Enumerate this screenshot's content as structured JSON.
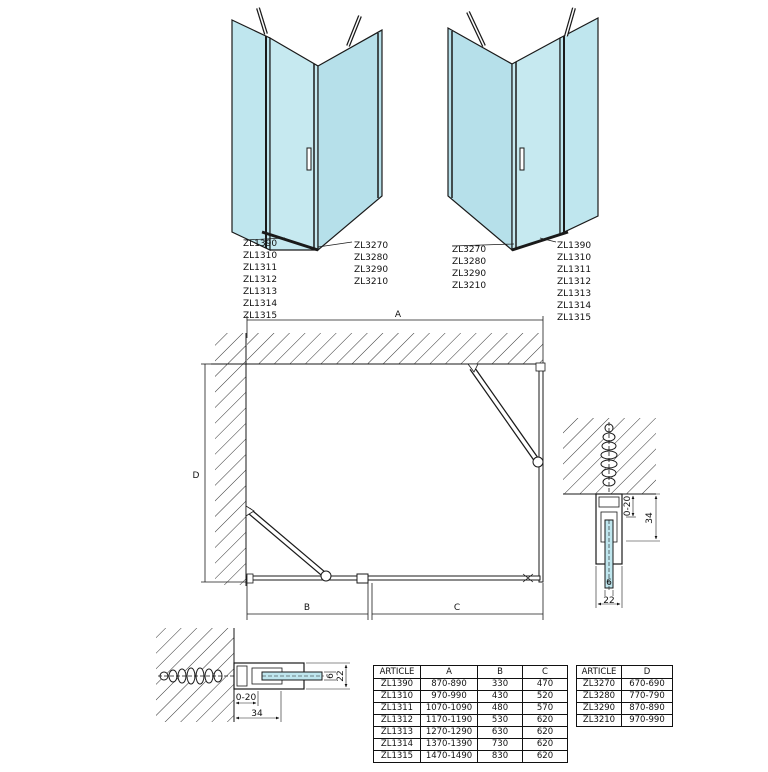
{
  "views": {
    "left_door_labels": [
      "ZL1390",
      "ZL1310",
      "ZL1311",
      "ZL1312",
      "ZL1313",
      "ZL1314",
      "ZL1315"
    ],
    "left_side_labels": [
      "ZL3270",
      "ZL3280",
      "ZL3290",
      "ZL3210"
    ],
    "right_side_labels": [
      "ZL3270",
      "ZL3280",
      "ZL3290",
      "ZL3210"
    ],
    "right_door_labels": [
      "ZL1390",
      "ZL1310",
      "ZL1311",
      "ZL1312",
      "ZL1313",
      "ZL1314",
      "ZL1315"
    ]
  },
  "plan": {
    "dim_a": "A",
    "dim_b": "B",
    "dim_c": "C",
    "dim_d": "D"
  },
  "details": {
    "right": {
      "tolerance": "0-20",
      "depth": "34",
      "glass": "6",
      "width": "22"
    },
    "bottom": {
      "tolerance": "0-20",
      "depth": "34",
      "glass": "6",
      "width": "22"
    }
  },
  "table_main": {
    "headers": [
      "ARTICLE",
      "A",
      "B",
      "C"
    ],
    "rows": [
      [
        "ZL1390",
        "870-890",
        "330",
        "470"
      ],
      [
        "ZL1310",
        "970-990",
        "430",
        "520"
      ],
      [
        "ZL1311",
        "1070-1090",
        "480",
        "570"
      ],
      [
        "ZL1312",
        "1170-1190",
        "530",
        "620"
      ],
      [
        "ZL1313",
        "1270-1290",
        "630",
        "620"
      ],
      [
        "ZL1314",
        "1370-1390",
        "730",
        "620"
      ],
      [
        "ZL1315",
        "1470-1490",
        "830",
        "620"
      ]
    ]
  },
  "table_side": {
    "headers": [
      "ARTICLE",
      "D"
    ],
    "rows": [
      [
        "ZL3270",
        "670-690"
      ],
      [
        "ZL3280",
        "770-790"
      ],
      [
        "ZL3290",
        "870-890"
      ],
      [
        "ZL3210",
        "970-990"
      ]
    ]
  },
  "colors": {
    "glass": "#bfe6ee",
    "glass_edge": "#1a1a1a",
    "hatch": "#333333"
  }
}
